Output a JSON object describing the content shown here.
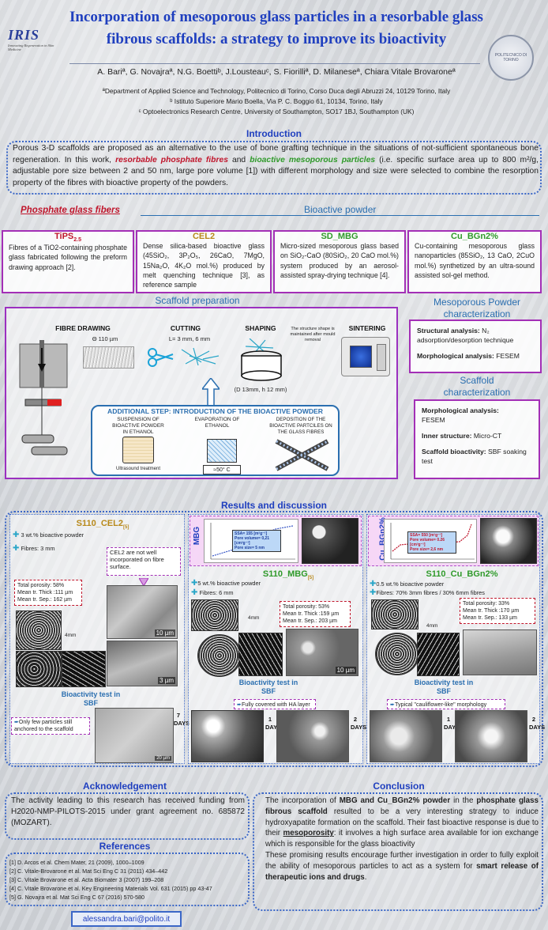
{
  "header": {
    "title_line1": "Incorporation of mesoporous glass particles in a resorbable glass",
    "title_line2": "fibrous scaffolds: a strategy to improve its bioactivity",
    "logo_text": "IRIS",
    "logo_small": "Innovating Regeneration in Skin Medicine",
    "authors": "A. Bariª, G. Novajraª, N.G. Boettiᵇ, J.Lousteauᶜ, S. Fiorilliª, D. Milaneseª, Chiara Vitale Brovaroneª",
    "affil_a": "ªDepartment of Applied Science and Technology, Politecnico di Torino, Corso Duca degli Abruzzi 24, 10129 Torino, Italy",
    "affil_b": "ᵇ Istituto Superiore Mario Boella, Via P. C. Boggio 61, 10134, Torino, Italy",
    "affil_c": "ᶜ Optoelectronics Research Centre, University of Southampton, SO17 1BJ, Southampton (UK)",
    "seal_text": "POLITECNICO DI TORINO"
  },
  "intro": {
    "title": "Introduction",
    "p1": "Porous 3-D scaffolds are proposed as an alternative to the use of bone grafting technique in the situations of not-sufficient spontaneous bone regeneration. In this work, ",
    "hl1": "resorbable phosphate fibres",
    "p2": " and ",
    "hl2": "bioactive mesoporous particles",
    "p3": " (i.e. specific surface area up to 800 m²/g, adjustable pore size between 2 and 50 nm, large pore volume [1]) with different morphology and size were selected to combine the resorption property of the fibres with bioactive property of the powders."
  },
  "materials": {
    "phosphate_title": "Phosphate glass fibers",
    "bioactive_title": "Bioactive powder",
    "tips": {
      "title": "TiPS",
      "title_sub": "2.5",
      "body": "Fibres of a TiO2-containing phosphate glass fabricated following the preform drawing approach [2]."
    },
    "cel2": {
      "title": "CEL2",
      "body": "Dense silica-based bioactive glass (45SiO₂, 3P₂O₅, 26CaO, 7MgO, 15Na₂O, 4K₂O mol.%) produced by melt quenching technique [3], as reference sample"
    },
    "sdmbg": {
      "title": "SD_MBG",
      "body": "Micro-sized mesoporous glass based on SiO₂-CaO (80SiO₂, 20 CaO mol.%) system produced by an aerosol-assisted spray-drying technique [4]."
    },
    "cubgn": {
      "title": "Cu_BGn2%",
      "body": "Cu-containing mesoporous glass nanoparticles (85SiO₂, 13 CaO, 2CuO mol.%) synthetized by an ultra-sound assisted sol-gel method."
    }
  },
  "scaffold": {
    "title": "Scaffold preparation",
    "fibre_drawing": "FIBRE DRAWING",
    "fibre_diam": "Θ 110 µm",
    "cutting": "CUTTING",
    "cut_len": "L= 3 mm, 6 mm",
    "shaping": "SHAPING",
    "shaping_note": "The structure shape is maintained after mould removal",
    "shaping_dim": "(D 13mm, h 12 mm)",
    "sintering": "SINTERING",
    "additional_title": "ADDITIONAL STEP: INTRODUCTION OF THE BIOACTIVE POWDER",
    "susp": "SUSPENSION OF BIOACTIVE POWDER IN ETHANOL",
    "ultra": "Ultrasound treatment",
    "evap": "EVAPORATION OF ETHANOL",
    "temp": "≈50° C",
    "depo": "DEPOSITION OF THE BIOACTIVE PARTCILES ON THE GLASS FIBRES"
  },
  "characterization": {
    "mp_title1": "Mesoporous Powder",
    "mp_title2": "characterization",
    "struct_label": "Structural analysis:",
    "struct_val": " N₂ adsorption/desorption technique",
    "morph_label": "Morphological analysis:",
    "morph_val": " FESEM",
    "sc_title1": "Scaffold",
    "sc_title2": "characterization",
    "sc_morph_label": "Morphological analysis:",
    "sc_morph_val": "FESEM",
    "inner_label": "Inner structure:",
    "inner_val": " Micro-CT",
    "bio_label": "Scaffold bioactivity:",
    "bio_val": " SBF soaking test"
  },
  "results": {
    "title": "Results and discussion",
    "p1": {
      "title": "S110_CEL2",
      "ref": "[5]",
      "powder": "3 wt.% bioactive powder",
      "fibres": "Fibres: 3 mm",
      "note": "CEL2 are not well incorporated on fibre surface.",
      "porosity": [
        "Total porosity: 58%",
        "Mean tr. Thick :111 µm",
        "Mean tr. Sep.: 162 µm"
      ],
      "scale_4mm": "4mm",
      "scale_10": "10 µm",
      "scale_3": "3 µm",
      "bio_title": "Bioactivity test in SBF",
      "bio_note": "Only few particles still anchored to the scaffold",
      "days": "7 DAYS",
      "scale_20": "20 µm"
    },
    "p2": {
      "chart_label": "MBG",
      "info": [
        "SSA= 155 [m²g⁻¹]",
        "Pore volume= 0,21 [cm³g⁻¹]",
        "Pore size= 5 nm"
      ],
      "title": "S110_MBG",
      "ref": "[5]",
      "powder": "5 wt.% bioactive powder",
      "fibres": "Fibres: 6 mm",
      "porosity": [
        "Total porosity: 53%",
        "Mean tr. Thick :159 µm",
        "Mean tr. Sep.: 203 µm"
      ],
      "scale_4mm": "4mm",
      "scale_10": "10 µm",
      "bio_title": "Bioactivity test in SBF",
      "bio_note": "Fully covered with HA layer",
      "day1": "1 DAY",
      "day2": "2 DAYS"
    },
    "p3": {
      "chart_label": "Cu_BGn2%",
      "info": [
        "SSA= 550 [m²g⁻¹]",
        "Pore volume= 0.26 [cm³g⁻¹]",
        "Pore size= 2,6 nm"
      ],
      "title": "S110_Cu_BGn2%",
      "powder": "0.5 wt.% bioactive powder",
      "fibres": "Fibres: 70% 3mm fibres / 30% 6mm fibres",
      "porosity": [
        "Total porosity: 33%",
        "Mean tr. Thick :170 µm",
        "Mean tr. Sep.: 133 µm"
      ],
      "scale_4mm": "4mm",
      "bio_title": "Bioactivity test in SBF",
      "bio_note": "Typical \"cauliflower-like\" morphology",
      "day1": "1 DAY",
      "day2": "2 DAYS"
    }
  },
  "acknowledgement": {
    "title": "Acknowledgement",
    "text": "The activity leading to this research has received funding from H2020-NMP-PILOTS-2015 under grant agreement no. 685872 (MOZART)."
  },
  "references": {
    "title": "References",
    "items": [
      "[1] D. Arcos et al. Chem Mater, 21 (2009), 1000–1009",
      "[2] C. Vitale-Brovarone et al. Mat Sci Eng C 31 (2011) 434–442",
      "[3] C. Vitale Brovarone et al. Acta Biomater 3 (2007) 199–208",
      "[4] C. Vitale Brovarone et al. Key Engineering Materials Vol. 631 (2015) pp 43-47",
      "[5] G. Novajra et al. Mat Sci Eng C 67 (2016) 570-580"
    ]
  },
  "conclusion": {
    "title": "Conclusion",
    "t1": "The incorporation of ",
    "b1": "MBG and Cu_BGn2% powder",
    "t2": " in the ",
    "b2": "phosphate glass fibrous scaffold",
    "t3": " resulted to be a very interesting strategy to induce hydroxyapatite formation on the scaffold. Their fast bioactive response is due to their ",
    "b3": "mesoporosity",
    "t4": ": it involves a high surface area available for ion exchange which is responsible for the glass bioactivity",
    "t5": "These promising results encourage further investigation in order to fully exploit the ability of mesoporous particles to act as a system for ",
    "b4": "smart release of therapeutic ions and drugs",
    "t6": "."
  },
  "email": "alessandra.bari@polito.it",
  "colors": {
    "title_blue": "#1f3fbf",
    "magenta_border": "#a32fb6",
    "red": "#c0162c",
    "green": "#2f9a2a",
    "mustard": "#b8891a"
  }
}
